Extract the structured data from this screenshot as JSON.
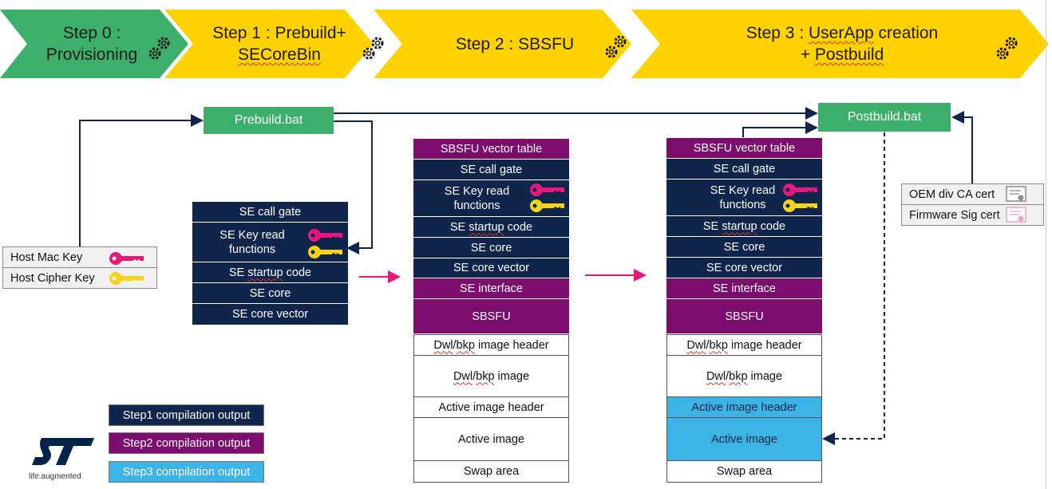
{
  "steps": [
    {
      "label": "Step 0 :\nProvisioning",
      "color": "#3cb06a"
    },
    {
      "label": "Step 1 : Prebuild+\nSECoreBin",
      "color": "#ffd200"
    },
    {
      "label": "Step 2 : SBSFU",
      "color": "#ffd200"
    },
    {
      "label": "Step 3 : UserApp creation\n+ Postbuild",
      "color": "#ffd200"
    }
  ],
  "scripts": {
    "prebuild": "Prebuild.bat",
    "postbuild": "Postbuild.bat"
  },
  "host_keys": [
    {
      "label": "Host Mac Key",
      "key_color": "#e8177d"
    },
    {
      "label": "Host Cipher Key",
      "key_color": "#f6d21a"
    }
  ],
  "certs": [
    {
      "label": "OEM div CA cert"
    },
    {
      "label": "Firmware Sig cert"
    }
  ],
  "secorebin": [
    "SE call gate",
    "SE Key read\nfunctions",
    "SE startup code",
    "SE core",
    "SE core vector"
  ],
  "sbsfu": [
    "SBSFU vector table",
    "SE call gate",
    "SE Key read\nfunctions",
    "SE startup code",
    "SE core",
    "SE core vector",
    "SE interface",
    "SBSFU",
    "Dwl/bkp image header",
    "Dwl/bkp image",
    "Active image header",
    "Active image",
    "Swap area"
  ],
  "userapp": [
    "SBSFU vector table",
    "SE call gate",
    "SE Key read\nfunctions",
    "SE startup code",
    "SE core",
    "SE core vector",
    "SE interface",
    "SBSFU",
    "Dwl/bkp image header",
    "Dwl/bkp image",
    "Active image header",
    "Active image",
    "Swap area"
  ],
  "legend": [
    {
      "label": "Step1 compilation output",
      "color": "#0f254b"
    },
    {
      "label": "Step2 compilation output",
      "color": "#7d0c6f"
    },
    {
      "label": "Step3 compilation output",
      "color": "#3cb4e5"
    }
  ],
  "logo": {
    "text": "ST",
    "tagline": "life.augmented",
    "color": "#03234b"
  }
}
